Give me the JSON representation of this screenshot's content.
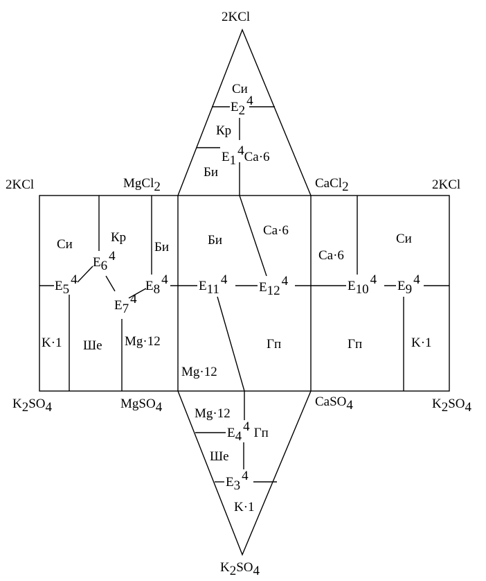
{
  "vertices": {
    "top_kcl": "2KCl",
    "left_kcl": "2KCl",
    "mgcl2": "MgCl",
    "mgcl2_sub": "2",
    "cacl2": "CaCl",
    "cacl2_sub": "2",
    "right_kcl": "2KCl",
    "k2so4_left": "K",
    "k2so4_left_sub": "2",
    "k2so4_left_rest": "SO",
    "k2so4_left_sub2": "4",
    "mgso4": "MgSO",
    "mgso4_sub": "4",
    "caso4": "CaSO",
    "caso4_sub": "4",
    "k2so4_right": "K",
    "k2so4_right_sub": "2",
    "k2so4_right_rest": "SO",
    "k2so4_right_sub2": "4",
    "k2so4_bottom": "K",
    "k2so4_bottom_sub": "2",
    "k2so4_bottom_rest": "SO",
    "k2so4_bottom_sub2": "4"
  },
  "fields": {
    "top_si": "Си",
    "top_kr": "Кр",
    "top_bi": "Би",
    "top_ca6": "Ca·6",
    "l_si": "Си",
    "l_kr": "Кр",
    "l_bi": "Би",
    "l_k1": "K·1",
    "l_she": "Ше",
    "l_mg12": "Mg·12",
    "c_bi": "Би",
    "c_ca6": "Ca·6",
    "c_gp": "Гп",
    "c_mg12": "Mg·12",
    "r_ca6": "Ca·6",
    "r_si": "Си",
    "r_gp": "Гп",
    "r_k1": "K·1",
    "b_mg12": "Mg·12",
    "b_gp": "Гп",
    "b_she": "Ше",
    "b_k1": "K·1"
  },
  "points": {
    "e1": {
      "base": "E",
      "sub": "1",
      "sup": "4"
    },
    "e2": {
      "base": "E",
      "sub": "2",
      "sup": "4"
    },
    "e3": {
      "base": "E",
      "sub": "3",
      "sup": "4"
    },
    "e4": {
      "base": "E",
      "sub": "4",
      "sup": "4"
    },
    "e5": {
      "base": "E",
      "sub": "5",
      "sup": "4"
    },
    "e6": {
      "base": "E",
      "sub": "6",
      "sup": "4"
    },
    "e7": {
      "base": "E",
      "sub": "7",
      "sup": "4"
    },
    "e8": {
      "base": "E",
      "sub": "8",
      "sup": "4"
    },
    "e9": {
      "base": "E",
      "sub": "9",
      "sup": "4"
    },
    "e10": {
      "base": "E",
      "sub": "10",
      "sup": "4"
    },
    "e11": {
      "base": "E",
      "sub": "11",
      "sup": "4"
    },
    "e12": {
      "base": "E",
      "sub": "12",
      "sup": "4"
    }
  }
}
